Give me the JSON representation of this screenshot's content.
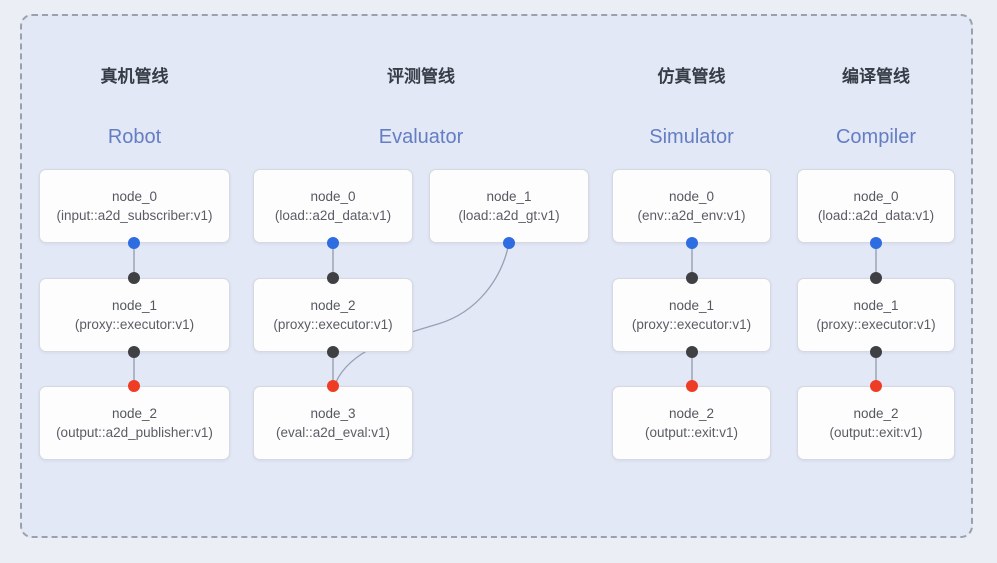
{
  "diagram": {
    "pipelines": [
      {
        "id": "robot",
        "title_zh": "真机管线",
        "title_en": "Robot",
        "nodes": [
          {
            "label": "node_0",
            "plugin": "(input::a2d_subscriber:v1)"
          },
          {
            "label": "node_1",
            "plugin": "(proxy::executor:v1)"
          },
          {
            "label": "node_2",
            "plugin": "(output::a2d_publisher:v1)"
          }
        ]
      },
      {
        "id": "evaluator",
        "title_zh": "评测管线",
        "title_en": "Evaluator",
        "nodes": [
          {
            "label": "node_0",
            "plugin": "(load::a2d_data:v1)"
          },
          {
            "label": "node_1",
            "plugin": "(load::a2d_gt:v1)"
          },
          {
            "label": "node_2",
            "plugin": "(proxy::executor:v1)"
          },
          {
            "label": "node_3",
            "plugin": "(eval::a2d_eval:v1)"
          }
        ]
      },
      {
        "id": "simulator",
        "title_zh": "仿真管线",
        "title_en": "Simulator",
        "nodes": [
          {
            "label": "node_0",
            "plugin": "(env::a2d_env:v1)"
          },
          {
            "label": "node_1",
            "plugin": "(proxy::executor:v1)"
          },
          {
            "label": "node_2",
            "plugin": "(output::exit:v1)"
          }
        ]
      },
      {
        "id": "compiler",
        "title_zh": "编译管线",
        "title_en": "Compiler",
        "nodes": [
          {
            "label": "node_0",
            "plugin": "(load::a2d_data:v1)"
          },
          {
            "label": "node_1",
            "plugin": "(proxy::executor:v1)"
          },
          {
            "label": "node_2",
            "plugin": "(output::exit:v1)"
          }
        ]
      }
    ],
    "edges": [
      {
        "from": "robot/node_0",
        "to": "robot/node_1"
      },
      {
        "from": "robot/node_1",
        "to": "robot/node_2"
      },
      {
        "from": "evaluator/node_0",
        "to": "evaluator/node_2"
      },
      {
        "from": "evaluator/node_1",
        "to": "evaluator/node_3"
      },
      {
        "from": "evaluator/node_2",
        "to": "evaluator/node_3"
      },
      {
        "from": "simulator/node_0",
        "to": "simulator/node_1"
      },
      {
        "from": "simulator/node_1",
        "to": "simulator/node_2"
      },
      {
        "from": "compiler/node_0",
        "to": "compiler/node_1"
      },
      {
        "from": "compiler/node_1",
        "to": "compiler/node_2"
      }
    ],
    "colors": {
      "source_port": "#2e6ce1",
      "proxy_port": "#3f4044",
      "sink_port": "#ee3c25",
      "edge_line": "#8c94a6",
      "title_zh": "#373d47",
      "title_en": "#647ec3",
      "panel_background": "#e3e8f6",
      "panel_border": "#9aa1ad",
      "node_background": "#fdfdfe",
      "node_border": "#d6d9df"
    }
  }
}
